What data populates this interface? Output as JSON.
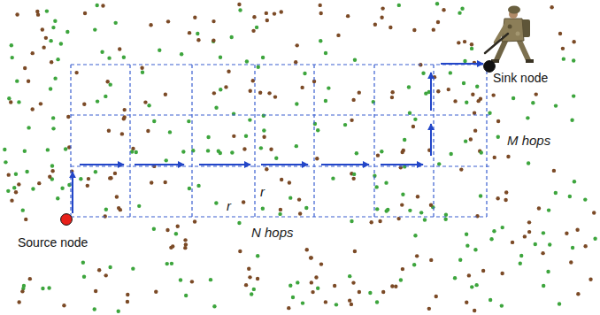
{
  "diagram": {
    "nodes": [
      {
        "text": [
          "Source node"
        ]
      },
      {
        "text": [
          "Sink node"
        ]
      }
    ],
    "edges": [
      {
        "from": 0,
        "to": 1,
        "arrow": "to"
      }
    ],
    "labels": [
      "M hops",
      "r",
      "r",
      "N hops"
    ]
  }
}
